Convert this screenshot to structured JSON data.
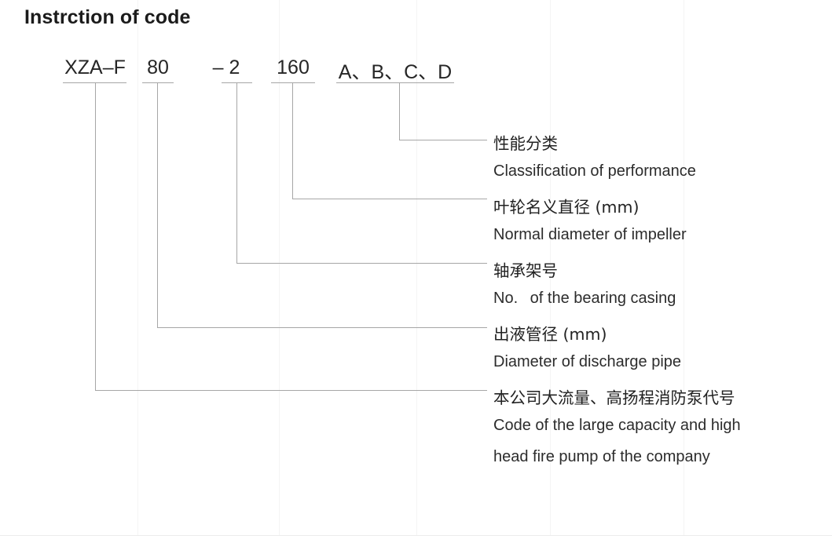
{
  "title": "Instrction of code",
  "code": {
    "segments": [
      {
        "text": "XZA–F",
        "name": "code-segment-series"
      },
      {
        "text": "80",
        "name": "code-segment-discharge-diameter"
      },
      {
        "text": "– 2",
        "name": "code-segment-bearing-casing-no"
      },
      {
        "text": "160",
        "name": "code-segment-impeller-diameter"
      },
      {
        "text": "A、B、C、D",
        "name": "code-segment-performance-class"
      }
    ]
  },
  "descriptions": [
    {
      "cn": "性能分类",
      "en": "Classification of performance"
    },
    {
      "cn": "叶轮名义直径 (mm)",
      "en": "Normal diameter of impeller"
    },
    {
      "cn": "轴承架号",
      "en": "No.  of the bearing casing"
    },
    {
      "cn": "出液管径 (mm)",
      "en": "Diameter of discharge pipe"
    },
    {
      "cn": "本公司大流量、高扬程消防泵代号",
      "en": "Code of the large capacity and high",
      "en2": "head fire pump of the company"
    }
  ],
  "lines": {
    "text_lines": [
      "性能分类",
      "Classification of performance",
      "叶轮名义直径 (mm)",
      "Normal diameter of impeller",
      "轴承架号",
      "No.  of the bearing casing",
      "出液管径 (mm)",
      "Diameter of discharge pipe",
      "本公司大流量、高扬程消防泵代号",
      "Code of the large capacity and high",
      "head fire pump of the company"
    ]
  },
  "colors": {
    "text": "#2c2c2c",
    "title": "#1b1b1b",
    "leader": "#a6a6a6",
    "guide": "#f4f4f4",
    "background": "#ffffff"
  }
}
